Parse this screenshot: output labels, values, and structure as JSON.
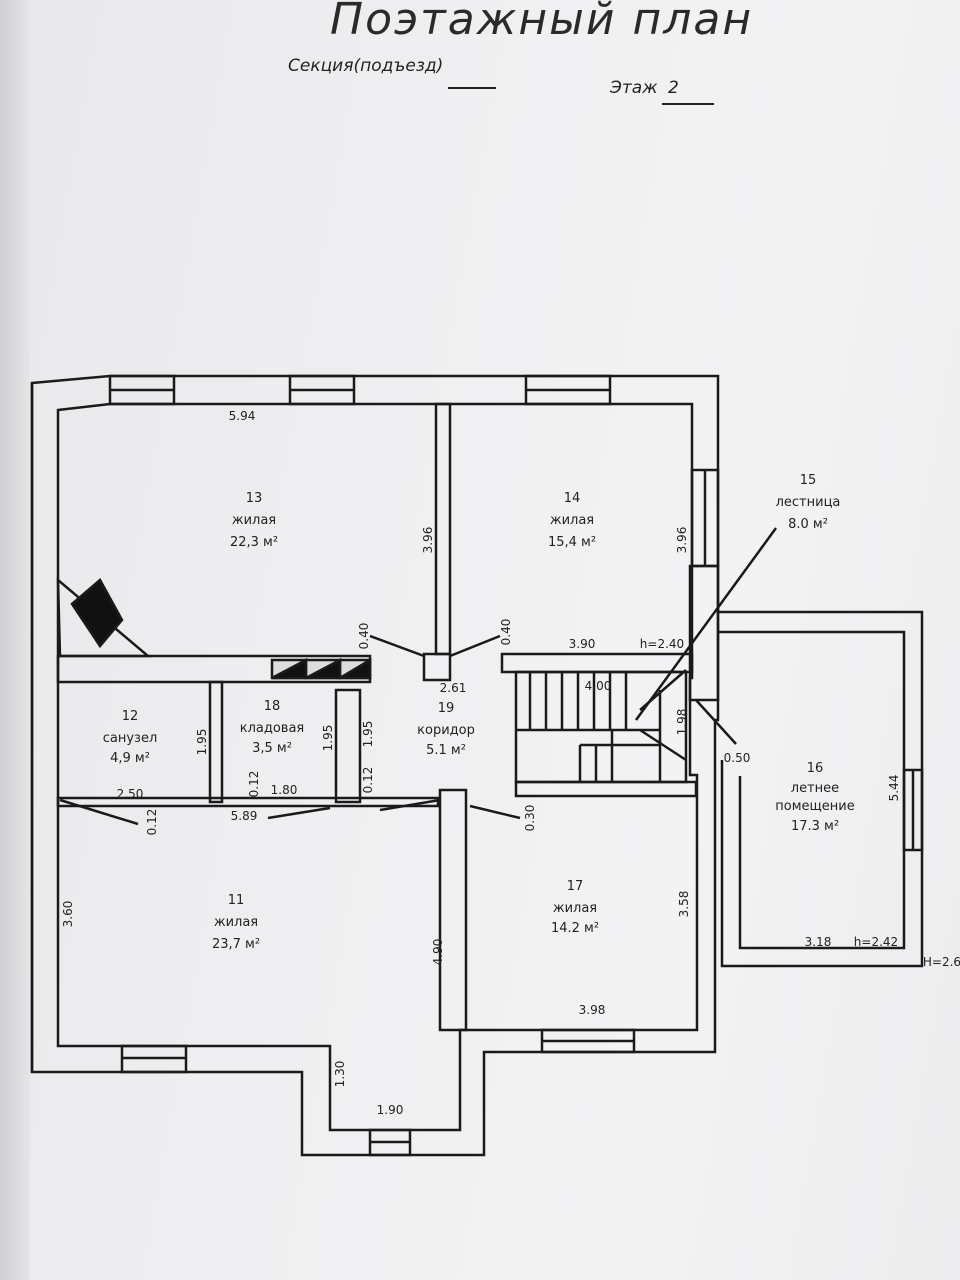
{
  "header": {
    "title": "Поэтажный план",
    "section_label": "Секция(подъезд)",
    "floor_label": "Этаж",
    "floor_value": "2"
  },
  "rooms": [
    {
      "id": "13",
      "type": "жилая",
      "area": "22,3 м²"
    },
    {
      "id": "14",
      "type": "жилая",
      "area": "15,4 м²"
    },
    {
      "id": "15",
      "type": "лестница",
      "area": "8.0 м²"
    },
    {
      "id": "12",
      "type": "санузел",
      "area": "4,9 м²"
    },
    {
      "id": "18",
      "type": "кладовая",
      "area": "3,5 м²"
    },
    {
      "id": "19",
      "type": "коридор",
      "area": "5.1 м²"
    },
    {
      "id": "16",
      "type1": "летнее",
      "type2": "помещение",
      "area": "17.3 м²"
    },
    {
      "id": "11",
      "type": "жилая",
      "area": "23,7 м²"
    },
    {
      "id": "17",
      "type": "жилая",
      "area": "14.2 м²"
    }
  ],
  "dimensions": {
    "d594": "5.94",
    "d396a": "3.96",
    "d396b": "3.96",
    "d040a": "0.40",
    "d040b": "0.40",
    "d390": "3.90",
    "h240": "h=2.40",
    "d261": "2.61",
    "d400": "4.00",
    "d198": "1.98",
    "d050": "0.50",
    "d195a": "1.95",
    "d195b": "1.95",
    "d195c": "1.95",
    "d012a": "0.12",
    "d012b": "0.12",
    "d012c": "0.12",
    "d180": "1.80",
    "d250": "2.50",
    "d589": "5.89",
    "d030": "0.30",
    "d544": "5.44",
    "d360": "3.60",
    "d490": "4.90",
    "d358": "3.58",
    "d318": "3.18",
    "h242": "h=2.42",
    "H26": "H=2.6",
    "d398": "3.98",
    "d130": "1.30",
    "d190": "1.90"
  }
}
